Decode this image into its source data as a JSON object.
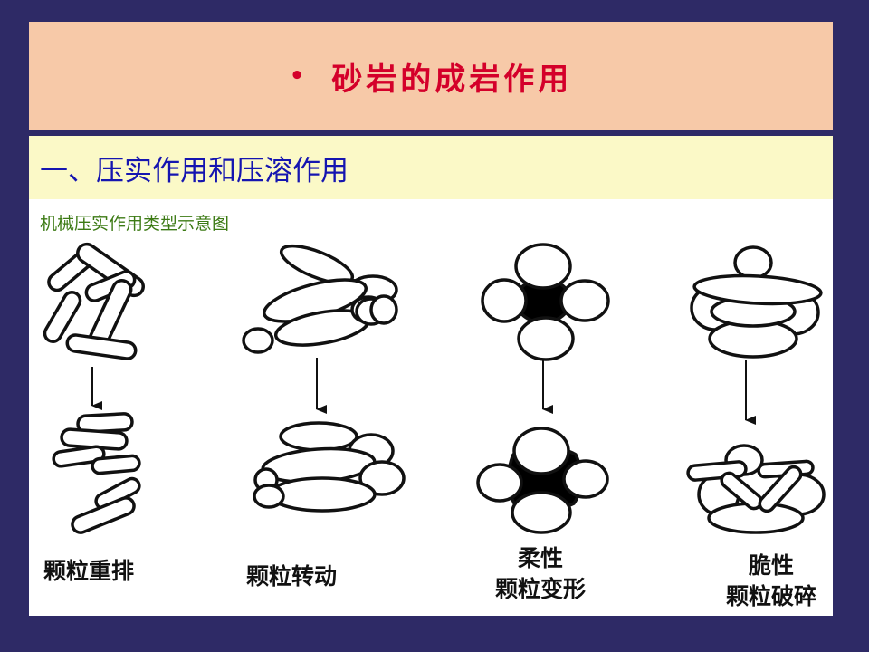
{
  "slide": {
    "bullet": "•",
    "title": "砂岩的成岩作用",
    "section": "一、压实作用和压溶作用",
    "subtitle": "机械压实作用类型示意图"
  },
  "panels": [
    {
      "label_lines": [
        "颗粒重排"
      ]
    },
    {
      "label_lines": [
        "颗粒转动"
      ]
    },
    {
      "label_lines": [
        "柔性",
        "颗粒变形"
      ]
    },
    {
      "label_lines": [
        "脆性",
        "颗粒破碎"
      ]
    }
  ]
}
